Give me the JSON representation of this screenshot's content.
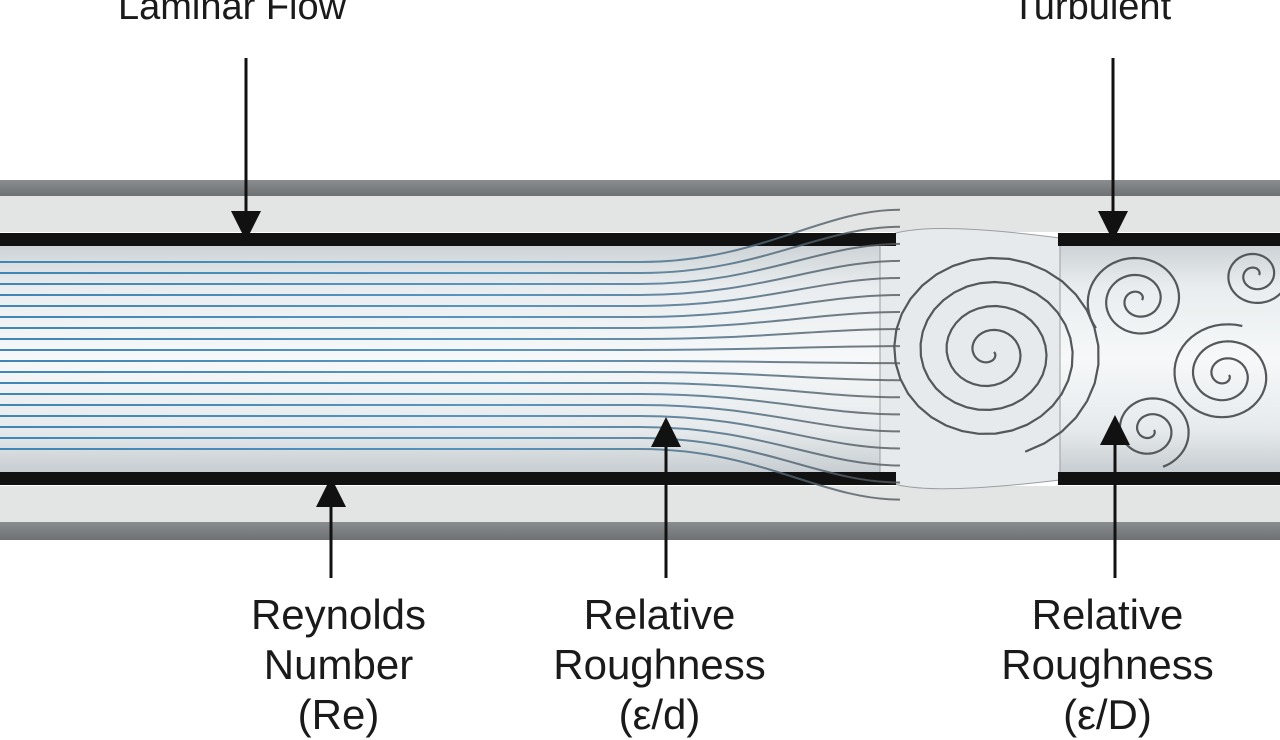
{
  "labels": {
    "laminar": "Laminar Flow",
    "turbulent": "Turbulent",
    "reynolds": {
      "line1": "Reynolds",
      "line2": "Number",
      "line3": "(Re)"
    },
    "relative_roughness_small": {
      "line1": "Relative",
      "line2": "Roughness",
      "line3": "(ε/d)"
    },
    "relative_roughness_large": {
      "line1": "Relative",
      "line2": "Roughness",
      "line3": "(ε/D)"
    }
  },
  "colors": {
    "pipe_wall": "#7b7e80",
    "pipe_wall_light": "#e2e4e4",
    "pipe_inner": "#dfe5e8",
    "pipe_edge": "#111111",
    "laminar_lines": "#3f86b6",
    "turbulent_lines": "#55585b",
    "arrow": "#111111"
  }
}
